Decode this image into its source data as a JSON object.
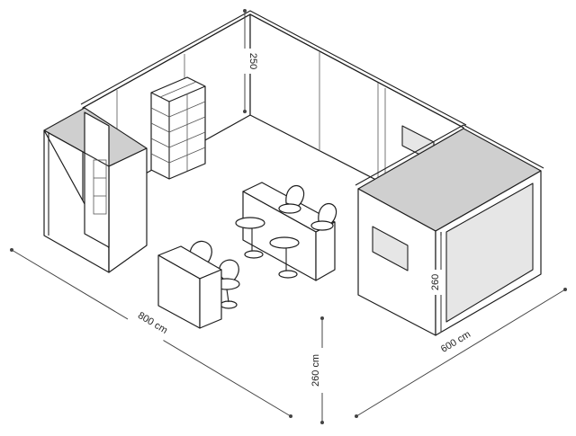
{
  "diagram": {
    "dimensions": {
      "width_label": "800 cm",
      "depth_label": "600 cm",
      "height_label": "260 cm",
      "wall_height_label": "250",
      "booth_height_label": "260"
    },
    "colors": {
      "line": "#1e1e1e",
      "panel": "#ffffff",
      "shade": "#e6e6e6",
      "dimension": "#444444"
    }
  }
}
